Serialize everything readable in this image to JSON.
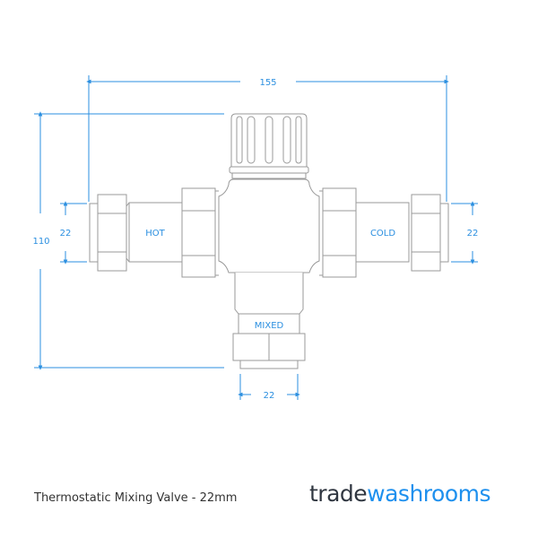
{
  "diagram": {
    "title": "Thermostatic Mixing Valve - 22mm",
    "dimension_color": "#2b8fe0",
    "line_color": "#9a9a9a",
    "dimensions": {
      "overall_width": "155",
      "overall_height": "110",
      "hot_inlet_diameter": "22",
      "cold_inlet_diameter": "22",
      "mixed_outlet_diameter": "22"
    },
    "port_labels": {
      "hot": "HOT",
      "cold": "COLD",
      "mixed": "MIXED"
    }
  },
  "brand": {
    "part1": "trade",
    "part2": "washrooms",
    "color_dark": "#2f3640",
    "color_accent": "#1e90ee"
  }
}
